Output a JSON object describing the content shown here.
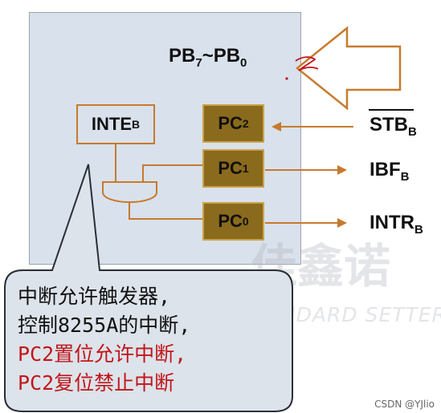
{
  "diagram": {
    "port_label": {
      "main": "PB",
      "sub1": "7",
      "sep": "~PB",
      "sub2": "0"
    },
    "inte": {
      "main": "INTE",
      "sub": "B"
    },
    "pc_boxes": [
      {
        "main": "PC",
        "sub": "2"
      },
      {
        "main": "PC",
        "sub": "1"
      },
      {
        "main": "PC",
        "sub": "0"
      }
    ],
    "signals": [
      {
        "main": "STB",
        "sub": "B",
        "overline": true
      },
      {
        "main": "IBF",
        "sub": "B"
      },
      {
        "main": "INTR",
        "sub": "B"
      }
    ]
  },
  "callout": {
    "lines": [
      {
        "text": "中断允许触发器,",
        "color": "#111111"
      },
      {
        "text": "控制8255A的中断,",
        "color": "#111111"
      },
      {
        "text": "PC2置位允许中断,",
        "color": "#c0161b"
      },
      {
        "text": "PC2复位禁止中断",
        "color": "#c0161b"
      }
    ]
  },
  "watermark": {
    "big": "佳鑫诺",
    "small": "STANDARD SETTER"
  },
  "credit": "CSDN @YJlio",
  "colors": {
    "chip_bg": "#d9e1ec",
    "pc_fill": "#8a6a1c",
    "wire": "#c77a2c",
    "red_text": "#c0161b",
    "callout_bg": "#dde3ea"
  }
}
